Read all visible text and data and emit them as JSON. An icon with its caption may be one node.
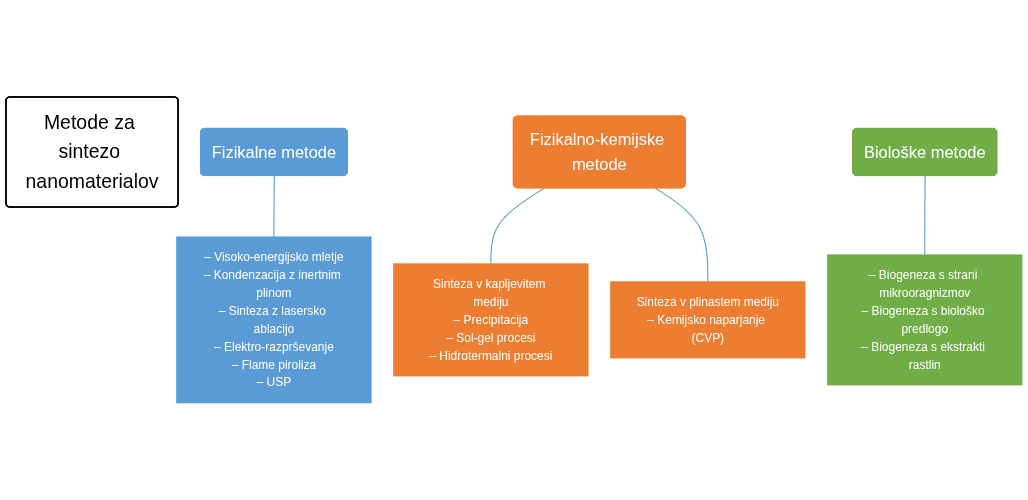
{
  "diagram": {
    "nodes": [
      {
        "text": [
          "Metode za sintezo nanomaterialov"
        ]
      },
      {
        "text": [
          "Fizikalne metode"
        ]
      },
      {
        "text": [
          "Fizikalno-kemijske metode"
        ]
      },
      {
        "text": [
          "Biološke metode"
        ]
      },
      {
        "text": [
          "– Visoko-energijsko mletje",
          "– Kondenzacija z inertnim plinom",
          "– Sinteza z lasersko ablacijo",
          "– Elektro-razprševanje",
          "– Flame piroliza",
          "– USP"
        ]
      },
      {
        "text": [
          "Sinteza v kapljevitem mediju",
          "– Precipitacija",
          "– Sol-gel procesi",
          "– Hidrotermalni procesi"
        ]
      },
      {
        "text": [
          "Sinteza v plinastem mediju",
          "– Kemijsko naparjanje (CVP)"
        ]
      },
      {
        "text": [
          "– Biogeneza s strani mikrooragnizmov",
          "– Biogeneza s biološko predlogo",
          "– Biogeneza s ekstrakti rastlin"
        ]
      }
    ],
    "edges": [
      {
        "from": 1,
        "to": 4,
        "arrow": "none"
      },
      {
        "from": 2,
        "to": 5,
        "arrow": "none"
      },
      {
        "from": 2,
        "to": 6,
        "arrow": "none"
      },
      {
        "from": 3,
        "to": 7,
        "arrow": "none"
      }
    ]
  }
}
